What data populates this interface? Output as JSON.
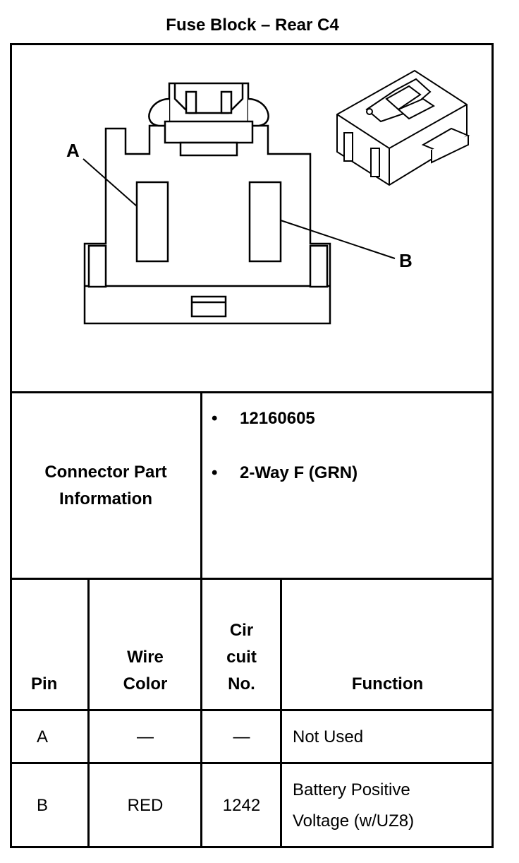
{
  "title": "Fuse Block – Rear C4",
  "diagram": {
    "callout_a": "A",
    "callout_b": "B"
  },
  "connector_info": {
    "label_line1": "Connector Part",
    "label_line2": "Information",
    "bullet_symbol": "•",
    "items": [
      "12160605",
      "2-Way F (GRN)"
    ]
  },
  "table": {
    "headers": {
      "pin": "Pin",
      "wire_color_line1": "Wire",
      "wire_color_line2": "Color",
      "circuit_line1": "Cir",
      "circuit_line2": "cuit",
      "circuit_line3": "No.",
      "function": "Function"
    },
    "rows": [
      {
        "pin": "A",
        "wire_color": "—",
        "circuit": "—",
        "function_line1": "Not Used",
        "function_line2": ""
      },
      {
        "pin": "B",
        "wire_color": "RED",
        "circuit": "1242",
        "function_line1": "Battery Positive",
        "function_line2": "Voltage (w/UZ8)"
      }
    ]
  }
}
